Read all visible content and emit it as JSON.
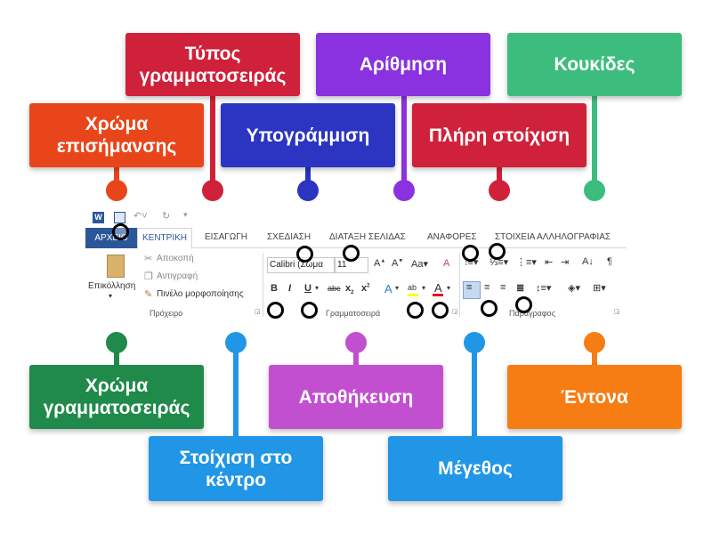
{
  "labels": {
    "font_type": "Τύπος γραμματοσειράς",
    "numbering": "Αρίθμηση",
    "bullets": "Κουκίδες",
    "highlight_color": "Χρώμα επισήμανσης",
    "underline": "Υπογράμμιση",
    "justify": "Πλήρη στοίχιση",
    "font_color": "Χρώμα γραμματοσειράς",
    "save": "Αποθήκευση",
    "bold": "Έντονα",
    "center_align": "Στοίχιση στο κέντρο",
    "size": "Μέγεθος"
  },
  "ribbon": {
    "tabs": {
      "file": "ΑΡΧΕΙΟ",
      "home": "ΚΕΝΤΡΙΚΗ",
      "insert": "ΕΙΣΑΓΩΓΗ",
      "design": "ΣΧΕΔΙΑΣΗ",
      "layout": "ΔΙΑΤΑΞΗ ΣΕΛΙΔΑΣ",
      "references": "ΑΝΑΦΟΡΕΣ",
      "mailings": "ΣΤΟΙΧΕΙΑ ΑΛΛΗΛΟΓΡΑΦΙΑΣ"
    },
    "clipboard": {
      "paste": "Επικόλληση",
      "cut": "Αποκοπή",
      "copy": "Αντιγραφή",
      "format_painter": "Πινέλο μορφοποίησης",
      "group": "Πρόχειρο"
    },
    "font": {
      "name": "Calibri (Σώμα",
      "size": "11",
      "group": "Γραμματοσειρά"
    },
    "paragraph": {
      "group": "Παράγραφος"
    }
  },
  "colors": {
    "red": "#d0213a",
    "purple": "#8a32e0",
    "teal": "#3dbd7d",
    "orange_red": "#e8461a",
    "blue": "#2c34c2",
    "dark_green": "#1f8a4a",
    "light_blue": "#2196e6",
    "pink_purple": "#c24fd0",
    "orange": "#f57d14"
  }
}
